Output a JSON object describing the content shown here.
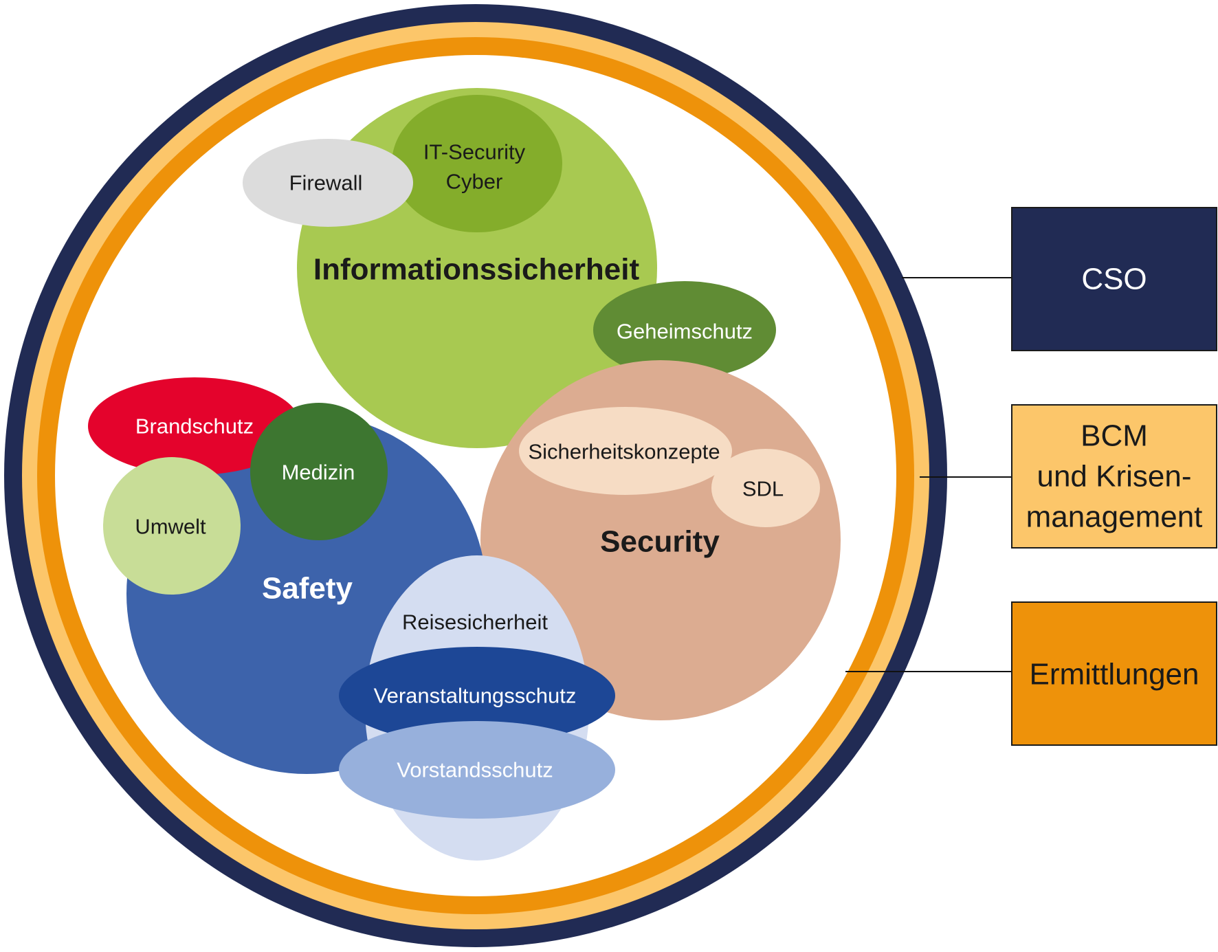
{
  "colors": {
    "outer_ring": "#212b54",
    "middle_ring": "#fcc66a",
    "inner_ring": "#ee920a",
    "informationssicherheit": "#a8c951",
    "it_security": "#84ad2b",
    "firewall": "#dcdcdc",
    "geheimschutz": "#608c34",
    "security": "#dcac91",
    "sicherheitskonzepte": "#f6dcc4",
    "safety": "#3d63ab",
    "brandschutz": "#e4032c",
    "medizin": "#3d7630",
    "umwelt": "#c8dd97",
    "reisesicherheit": "#d4ddf1",
    "veranstaltungsschutz": "#1d4796",
    "vorstandsschutz": "#97b0dc",
    "box_cso": "#212b54",
    "box_bcm": "#fcc66a",
    "box_ermittlungen": "#ee920a"
  },
  "domains": {
    "informationssicherheit": "Informationssicherheit",
    "security": "Security",
    "safety": "Safety"
  },
  "items": {
    "firewall": "Firewall",
    "it_security_line1": "IT-Security",
    "it_security_line2": "Cyber",
    "geheimschutz": "Geheimschutz",
    "sicherheitskonzepte": "Sicherheitskonzepte",
    "sdl": "SDL",
    "brandschutz": "Brandschutz",
    "medizin": "Medizin",
    "umwelt": "Umwelt",
    "reisesicherheit": "Reisesicherheit",
    "veranstaltungsschutz": "Veranstaltungsschutz",
    "vorstandsschutz": "Vorstandsschutz"
  },
  "roles": {
    "cso": "CSO",
    "bcm_line1": "BCM",
    "bcm_line2": "und Krisen-",
    "bcm_line3": "management",
    "ermittlungen": "Ermittlungen"
  }
}
